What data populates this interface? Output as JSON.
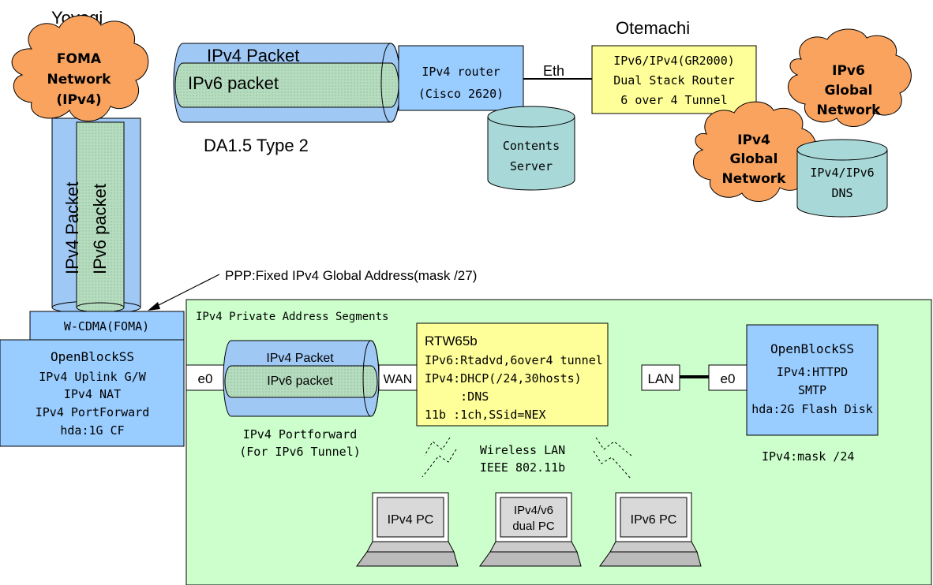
{
  "colors": {
    "pipe": "#9fc8f5",
    "pipe_inner": "#b6dcc0",
    "box_blue": "#99ccff",
    "box_yellow": "#ffff99",
    "cloud": "#f9a35f",
    "cylinder": "#a8d8d8",
    "lan_area": "#ccffcc"
  },
  "locations": {
    "yoyogi": "Yoyogi",
    "otemachi": "Otemachi"
  },
  "foma_network": [
    "FOMA",
    "Network",
    "(IPv4)"
  ],
  "top_tunnel": {
    "outer": "IPv4 Packet",
    "inner": "IPv6 packet",
    "caption": "DA1.5 Type 2"
  },
  "vertical_tunnel": {
    "outer": "IPv4 Packet",
    "inner": "IPv6 packet"
  },
  "ipv4_router": [
    "IPv4 router",
    "(Cisco 2620)"
  ],
  "eth_label": "Eth",
  "dual_stack_router": [
    "IPv6/IPv4(GR2000)",
    "Dual Stack Router",
    "6 over 4 Tunnel"
  ],
  "ipv6_global": [
    "IPv6",
    "Global",
    "Network"
  ],
  "ipv4_global": [
    "IPv4",
    "Global",
    "Network"
  ],
  "contents_server": [
    "Contents",
    "Server"
  ],
  "dns_server": [
    "IPv4/IPv6",
    "DNS"
  ],
  "ppp_note": "PPP:Fixed IPv4 Global  Address(mask /27)",
  "wcdma": "W-CDMA(FOMA)",
  "openblock_left": [
    "OpenBlockSS",
    "IPv4 Uplink G/W",
    "IPv4 NAT",
    "IPv4 PortForward",
    "hda:1G CF"
  ],
  "private_segment_title": "IPv4 Private Address Segments",
  "ports": {
    "e0_left": "e0",
    "wan": "WAN",
    "lan": "LAN",
    "e0_right": "e0"
  },
  "lan_tunnel": {
    "outer": "IPv4 Packet",
    "inner": "IPv6 packet",
    "caption": [
      "IPv4 Portforward",
      "(For IPv6 Tunnel)"
    ]
  },
  "rtw65b": [
    "RTW65b",
    "IPv6:Rtadvd,6over4 tunnel",
    "IPv4:DHCP(/24,30hosts)",
    "     :DNS",
    "11b :1ch,SSid=NEX"
  ],
  "openblock_right": [
    "OpenBlockSS",
    "IPv4:HTTPD",
    "SMTP",
    "hda:2G Flash Disk"
  ],
  "mask_note": "IPv4:mask /24",
  "wireless": [
    "Wireless LAN",
    "IEEE 802.11b"
  ],
  "pcs": {
    "ipv4": [
      "IPv4 PC"
    ],
    "dual": [
      "IPv4/v6",
      "dual PC"
    ],
    "ipv6": [
      "IPv6 PC"
    ]
  }
}
